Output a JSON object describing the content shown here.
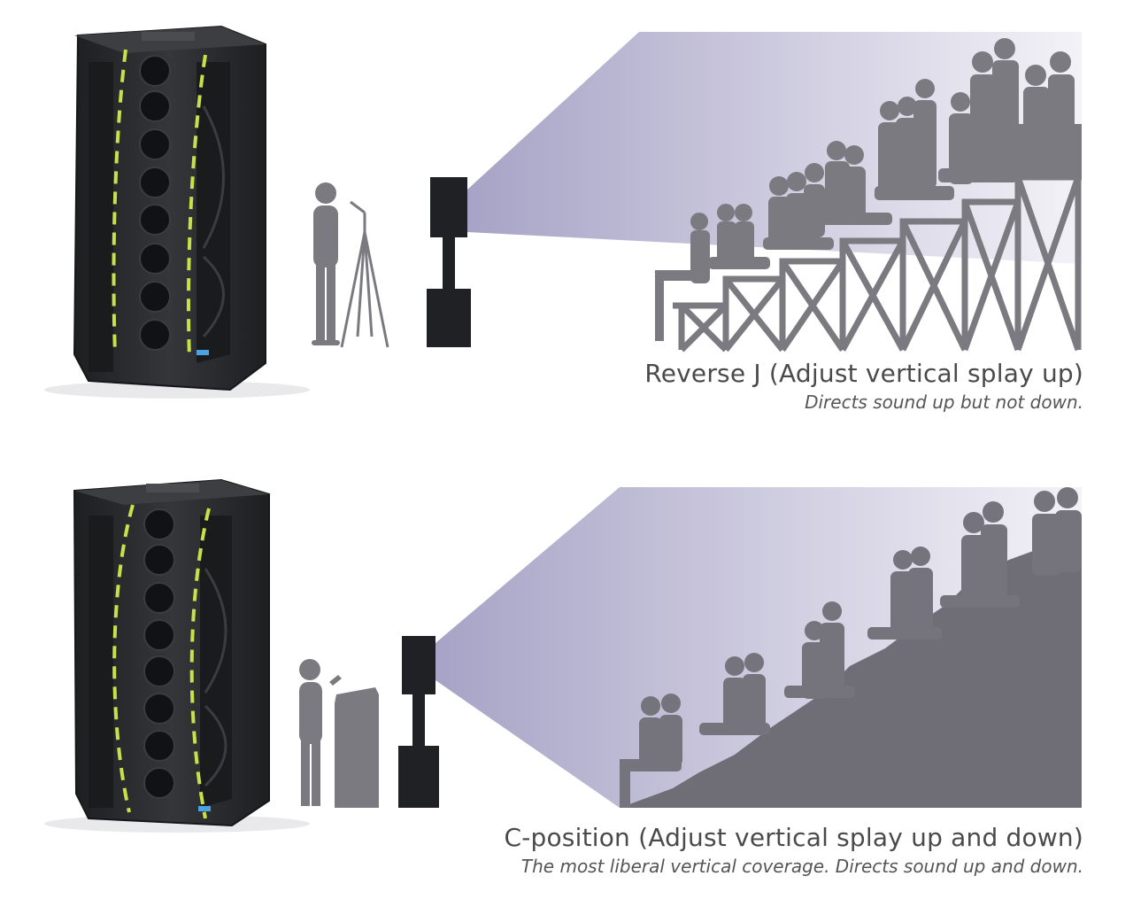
{
  "configs": [
    {
      "title": "Reverse J (Adjust vertical splay up)",
      "subtitle": "Directs sound up but not down."
    },
    {
      "title": "C-position (Adjust vertical splay up and down)",
      "subtitle": "The most liberal vertical coverage. Directs sound up and down."
    }
  ],
  "colors": {
    "speaker": "#2b2c2e",
    "speaker_edge": "#1b1c1d",
    "splay_line": "#c9e04a",
    "silhouette": "#7c7a81",
    "audience_dark": "#6f6d75",
    "beam_start": "#a7a3c6",
    "beam_end": "#f1f0f6"
  }
}
